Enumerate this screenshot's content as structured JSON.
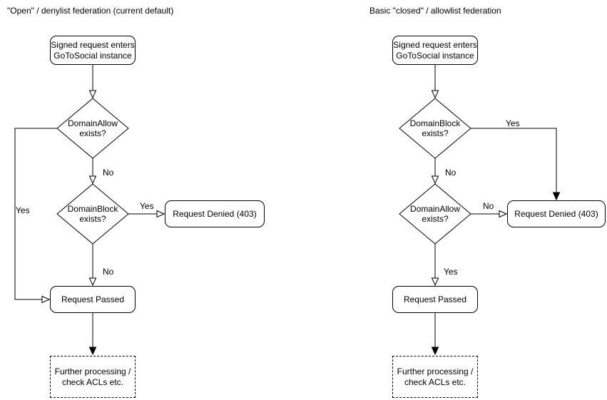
{
  "charts": {
    "left": {
      "title": "\"Open\" / denylist federation (current default)",
      "start": "Signed request enters\nGoToSocial instance",
      "decision1": "DomainAllow\nexists?",
      "decision1_yes": "Yes",
      "decision1_no": "No",
      "decision2": "DomainBlock\nexists?",
      "decision2_yes": "Yes",
      "decision2_no": "No",
      "denied": "Request Denied (403)",
      "passed": "Request Passed",
      "further": "Further processing /\ncheck ACLs etc."
    },
    "right": {
      "title": "Basic \"closed\" / allowlist federation",
      "start": "Signed request enters\nGoToSocial instance",
      "decision1": "DomainBlock\nexists?",
      "decision1_yes": "Yes",
      "decision1_no": "No",
      "decision2": "DomainAllow\nexists?",
      "decision2_yes": "Yes",
      "decision2_no": "No",
      "denied": "Request Denied (403)",
      "passed": "Request Passed",
      "further": "Further processing /\ncheck ACLs etc."
    }
  },
  "colors": {
    "background": "#ffffff",
    "stroke": "#000000",
    "text": "#000000",
    "node_fill": "#ffffff"
  }
}
